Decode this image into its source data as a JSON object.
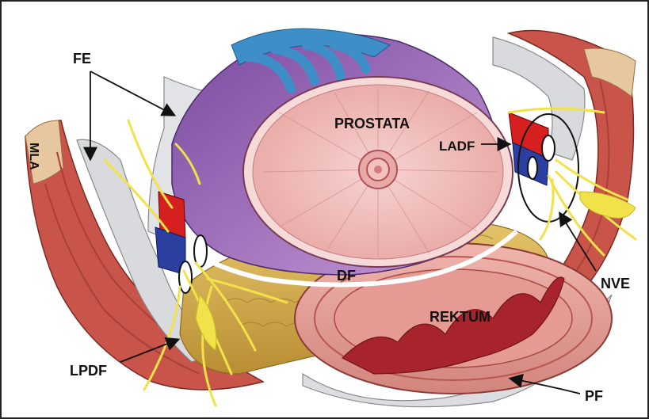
{
  "labels": {
    "fe": "FE",
    "mla": "MLA",
    "prostata": "PROSTATA",
    "ladf": "LADF",
    "df": "DF",
    "nve": "NVE",
    "rektum": "REKTUM",
    "lpdf": "LPDF",
    "pf": "PF"
  },
  "colors": {
    "muscle": "#c9544a",
    "fascia": "#d9dade",
    "prostate_capsule": "#9f6fb3",
    "prostate_tissue": "#f1c2c0",
    "veins": "#3e8fc7",
    "fat": "#d8b45a",
    "nerves": "#f2e24a",
    "artery": "#d62020",
    "vein": "#2a3fa0"
  }
}
